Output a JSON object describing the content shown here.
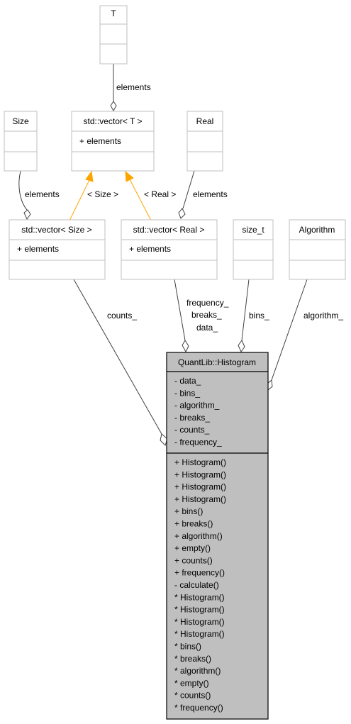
{
  "nodes": {
    "T": {
      "title": "T"
    },
    "vector_T": {
      "title": "std::vector< T >",
      "attributes": [
        "+ elements"
      ]
    },
    "Size": {
      "title": "Size"
    },
    "Real": {
      "title": "Real"
    },
    "vector_Size": {
      "title": "std::vector< Size >",
      "attributes": [
        "+ elements"
      ]
    },
    "vector_Real": {
      "title": "std::vector< Real >",
      "attributes": [
        "+ elements"
      ]
    },
    "size_t": {
      "title": "size_t"
    },
    "Algorithm": {
      "title": "Algorithm"
    },
    "Histogram": {
      "title": "QuantLib::Histogram",
      "attributes": [
        "- data_",
        "- bins_",
        "- algorithm_",
        "- breaks_",
        "- counts_",
        "- frequency_"
      ],
      "methods": [
        "+ Histogram()",
        "+ Histogram()",
        "+ Histogram()",
        "+ Histogram()",
        "+ bins()",
        "+ breaks()",
        "+ algorithm()",
        "+ empty()",
        "+ counts()",
        "+ frequency()",
        "- calculate()",
        "* Histogram()",
        "* Histogram()",
        "* Histogram()",
        "* Histogram()",
        "* bins()",
        "* breaks()",
        "* algorithm()",
        "* empty()",
        "* counts()",
        "* frequency()"
      ]
    }
  },
  "edge_labels": {
    "t_elements": "elements",
    "size_elements": "elements",
    "real_elements": "elements",
    "size_template": "< Size >",
    "real_template": "< Real >",
    "counts": "counts_",
    "frequency": "frequency_",
    "breaks": "breaks_",
    "data": "data_",
    "bins": "bins_",
    "algorithm": "algorithm_"
  },
  "colors": {
    "main_fill": "#bfbfbf",
    "box_border": "#bfbfbf",
    "edge": "#404040",
    "template_edge": "#ffa500"
  }
}
